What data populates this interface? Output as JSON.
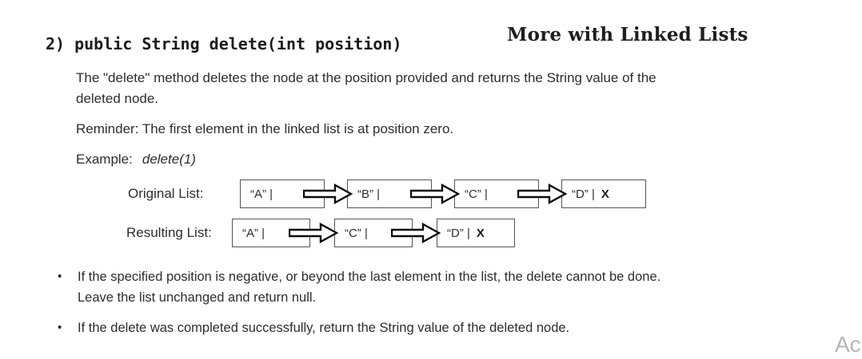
{
  "header": {
    "number": "2)",
    "signature": "public String delete(int position)",
    "title": "More with Linked Lists"
  },
  "body": {
    "description_lines": [
      "The \"delete\" method deletes the node at the position provided and returns the String value of the",
      "deleted node."
    ],
    "reminder": "Reminder: The first element in the linked list is at position zero.",
    "example_label": "Example:",
    "example_call": "delete(1)"
  },
  "diagram": {
    "original": {
      "label": "Original List:",
      "nodes": [
        {
          "text": "“A” |",
          "x": ""
        },
        {
          "text": "“B” |",
          "x": ""
        },
        {
          "text": "“C” |",
          "x": ""
        },
        {
          "text": "“D” |",
          "x": "X"
        }
      ]
    },
    "resulting": {
      "label": "Resulting List:",
      "nodes": [
        {
          "text": "“A” |",
          "x": ""
        },
        {
          "text": "“C” |",
          "x": ""
        },
        {
          "text": "“D” |",
          "x": "X"
        }
      ]
    }
  },
  "bullets": {
    "marker": "•",
    "items": [
      {
        "lines": [
          "If the specified position is negative, or beyond the last element in the list, the delete cannot be done.",
          "Leave the list unchanged and return null."
        ]
      },
      {
        "lines": [
          "If the delete was completed successfully, return the String value of the deleted node."
        ]
      }
    ]
  },
  "watermark": "Ac"
}
